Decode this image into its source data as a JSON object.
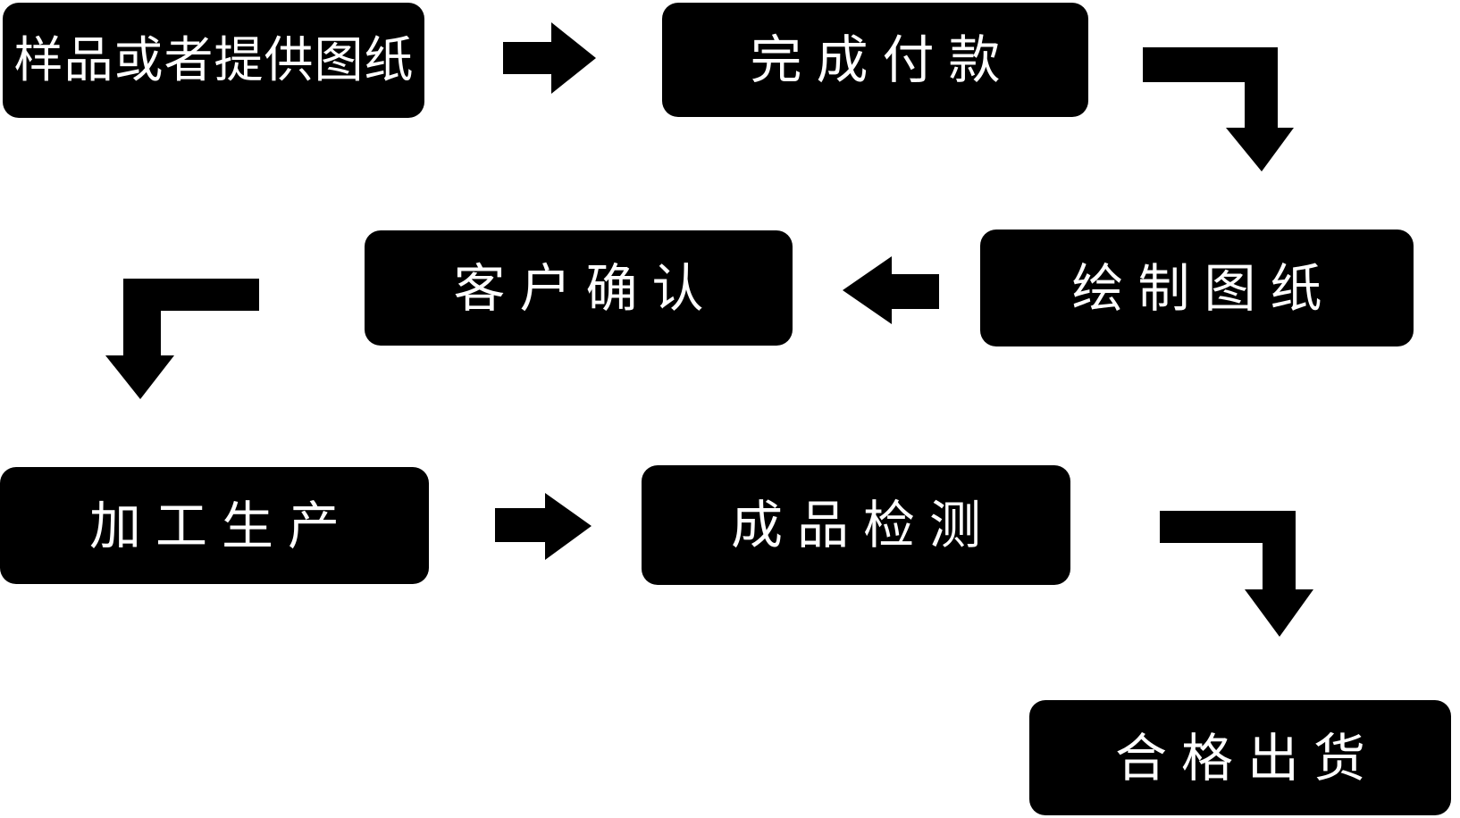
{
  "flowchart": {
    "background_color": "#ffffff",
    "node_fill_color": "#000000",
    "node_text_color": "#ffffff",
    "connector_color": "#000000",
    "nodes": [
      {
        "id": "step-1",
        "label": "样品或者提供图纸"
      },
      {
        "id": "step-2",
        "label": "完成付款"
      },
      {
        "id": "step-3",
        "label": "客户确认"
      },
      {
        "id": "step-4",
        "label": "绘制图纸"
      },
      {
        "id": "step-5",
        "label": "加工生产"
      },
      {
        "id": "step-6",
        "label": "成品检测"
      },
      {
        "id": "step-7",
        "label": "合格出货"
      }
    ],
    "connectors": [
      {
        "from": "样品或者提供图纸",
        "to": "完成付款",
        "icon": "right-arrow-icon"
      },
      {
        "from": "完成付款",
        "to": "绘制图纸",
        "icon": "elbow-down-arrow-icon"
      },
      {
        "from": "绘制图纸",
        "to": "客户确认",
        "icon": "left-arrow-icon"
      },
      {
        "from": "客户确认",
        "to": "加工生产",
        "icon": "elbow-down-arrow-icon"
      },
      {
        "from": "加工生产",
        "to": "成品检测",
        "icon": "right-arrow-icon"
      },
      {
        "from": "成品检测",
        "to": "合格出货",
        "icon": "elbow-down-arrow-icon"
      }
    ]
  }
}
